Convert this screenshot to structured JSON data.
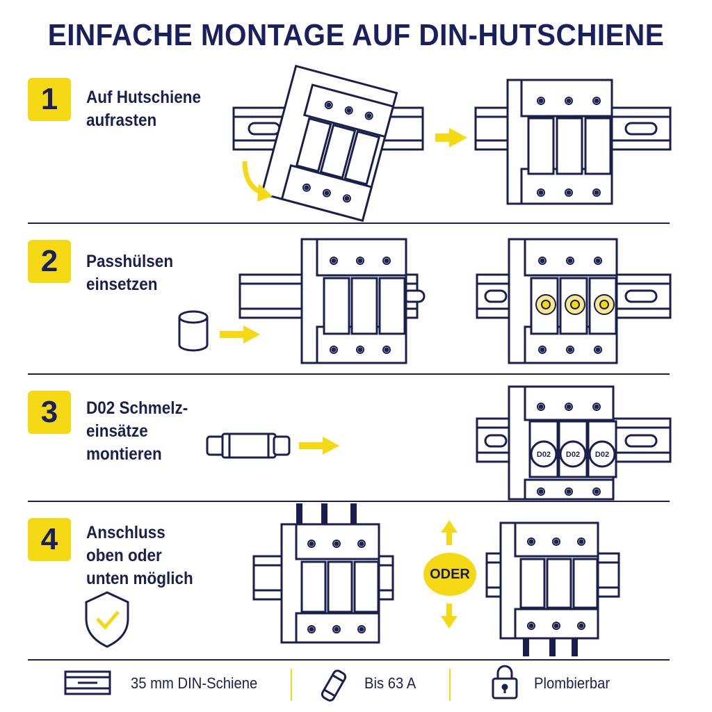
{
  "title": "EINFACHE MONTAGE AUF DIN-HUTSCHIENE",
  "steps": [
    {
      "number": "1",
      "text": "Auf Hutschiene\naufrasten"
    },
    {
      "number": "2",
      "text": "Passhülsen\neinsetzen"
    },
    {
      "number": "3",
      "text": "D02 Schmelz-\neinsätze\nmontieren"
    },
    {
      "number": "4",
      "text": "Anschluss\noben oder\nunten möglich"
    }
  ],
  "fuse_label": "D02",
  "oder_label": "ODER",
  "footer": [
    {
      "label": "35 mm DIN-Schiene",
      "icon": "din-rail-icon"
    },
    {
      "label": "Bis 63 A",
      "icon": "fuse-icon"
    },
    {
      "label": "Plombierbar",
      "icon": "padlock-icon"
    }
  ],
  "colors": {
    "navy": "#1a1f4e",
    "yellow": "#f6d915",
    "white": "#ffffff"
  }
}
